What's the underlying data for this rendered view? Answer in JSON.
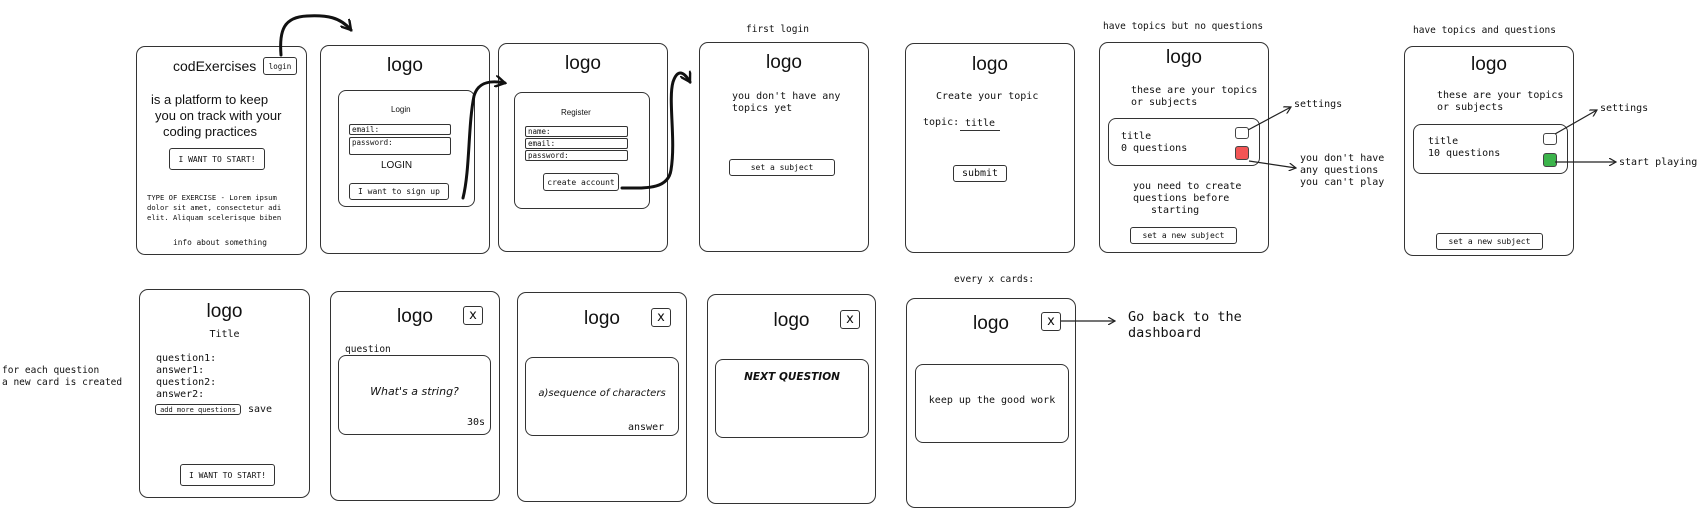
{
  "colors": {
    "red_box": "#f25555",
    "green_box": "#3cb44b",
    "ink": "#333333"
  },
  "landing": {
    "title": "codExercises",
    "login_button": "login",
    "tagline_1": "is a platform to keep",
    "tagline_2": "you on track with your",
    "tagline_3": "coding practices",
    "start_button": "I WANT TO START!",
    "desc_1": "TYPE OF EXERCISE - Lorem ipsum",
    "desc_2": "dolor sit amet, consectetur adi",
    "desc_3": "elit. Aliquam scelerisque biben",
    "info": "info about something"
  },
  "login": {
    "logo": "logo",
    "heading": "Login",
    "email": "email:",
    "password": "password:",
    "submit": "LOGIN",
    "signup_button": "I want to sign up"
  },
  "register": {
    "logo": "logo",
    "heading": "Register",
    "name": "name:",
    "email": "email:",
    "password": "password:",
    "create_button": "create account"
  },
  "first_login": {
    "caption": "first login",
    "logo": "logo",
    "msg_1": "you don't have any",
    "msg_2": "topics yet",
    "button": "set a subject"
  },
  "create_topic": {
    "logo": "logo",
    "heading": "Create your topic",
    "topic_label": "topic:",
    "topic_value": "title",
    "submit": "submit"
  },
  "no_questions": {
    "caption": "have topics but no questions",
    "logo": "logo",
    "text_1": "these are your topics",
    "text_2": "or subjects",
    "card_title": "title",
    "card_count": "0 questions",
    "settings": "settings",
    "warn_1": "you don't have",
    "warn_2": "any questions",
    "warn_3": "you can't play",
    "need_1": "you need to create",
    "need_2": "questions before",
    "need_3": "starting",
    "button": "set a new subject"
  },
  "with_questions": {
    "caption": "have topics and questions",
    "logo": "logo",
    "text_1": "these are your topics",
    "text_2": "or subjects",
    "card_title": "title",
    "card_count": "10 questions",
    "settings": "settings",
    "start": "start playing",
    "button": "set a new subject"
  },
  "side_note": {
    "line_1": "for each question",
    "line_2": "a new card is created"
  },
  "question_editor": {
    "logo": "logo",
    "title": "Title",
    "q1": "question1:",
    "a1": "answer1:",
    "q2": "question2:",
    "a2": "answer2:",
    "add_button": "add more questions",
    "save": "save",
    "start_button": "I WANT TO START!"
  },
  "card_question": {
    "logo": "logo",
    "close": "x",
    "label": "question",
    "text": "What's a string?",
    "timer": "30s"
  },
  "card_answer": {
    "logo": "logo",
    "close": "x",
    "text": "a)sequence of characters",
    "label": "answer"
  },
  "card_next": {
    "logo": "logo",
    "close": "x",
    "text": "NEXT QUESTION"
  },
  "card_encourage": {
    "caption": "every x cards:",
    "logo": "logo",
    "close": "x",
    "text": "keep up the good work",
    "back_1": "Go back to the",
    "back_2": "dashboard"
  }
}
